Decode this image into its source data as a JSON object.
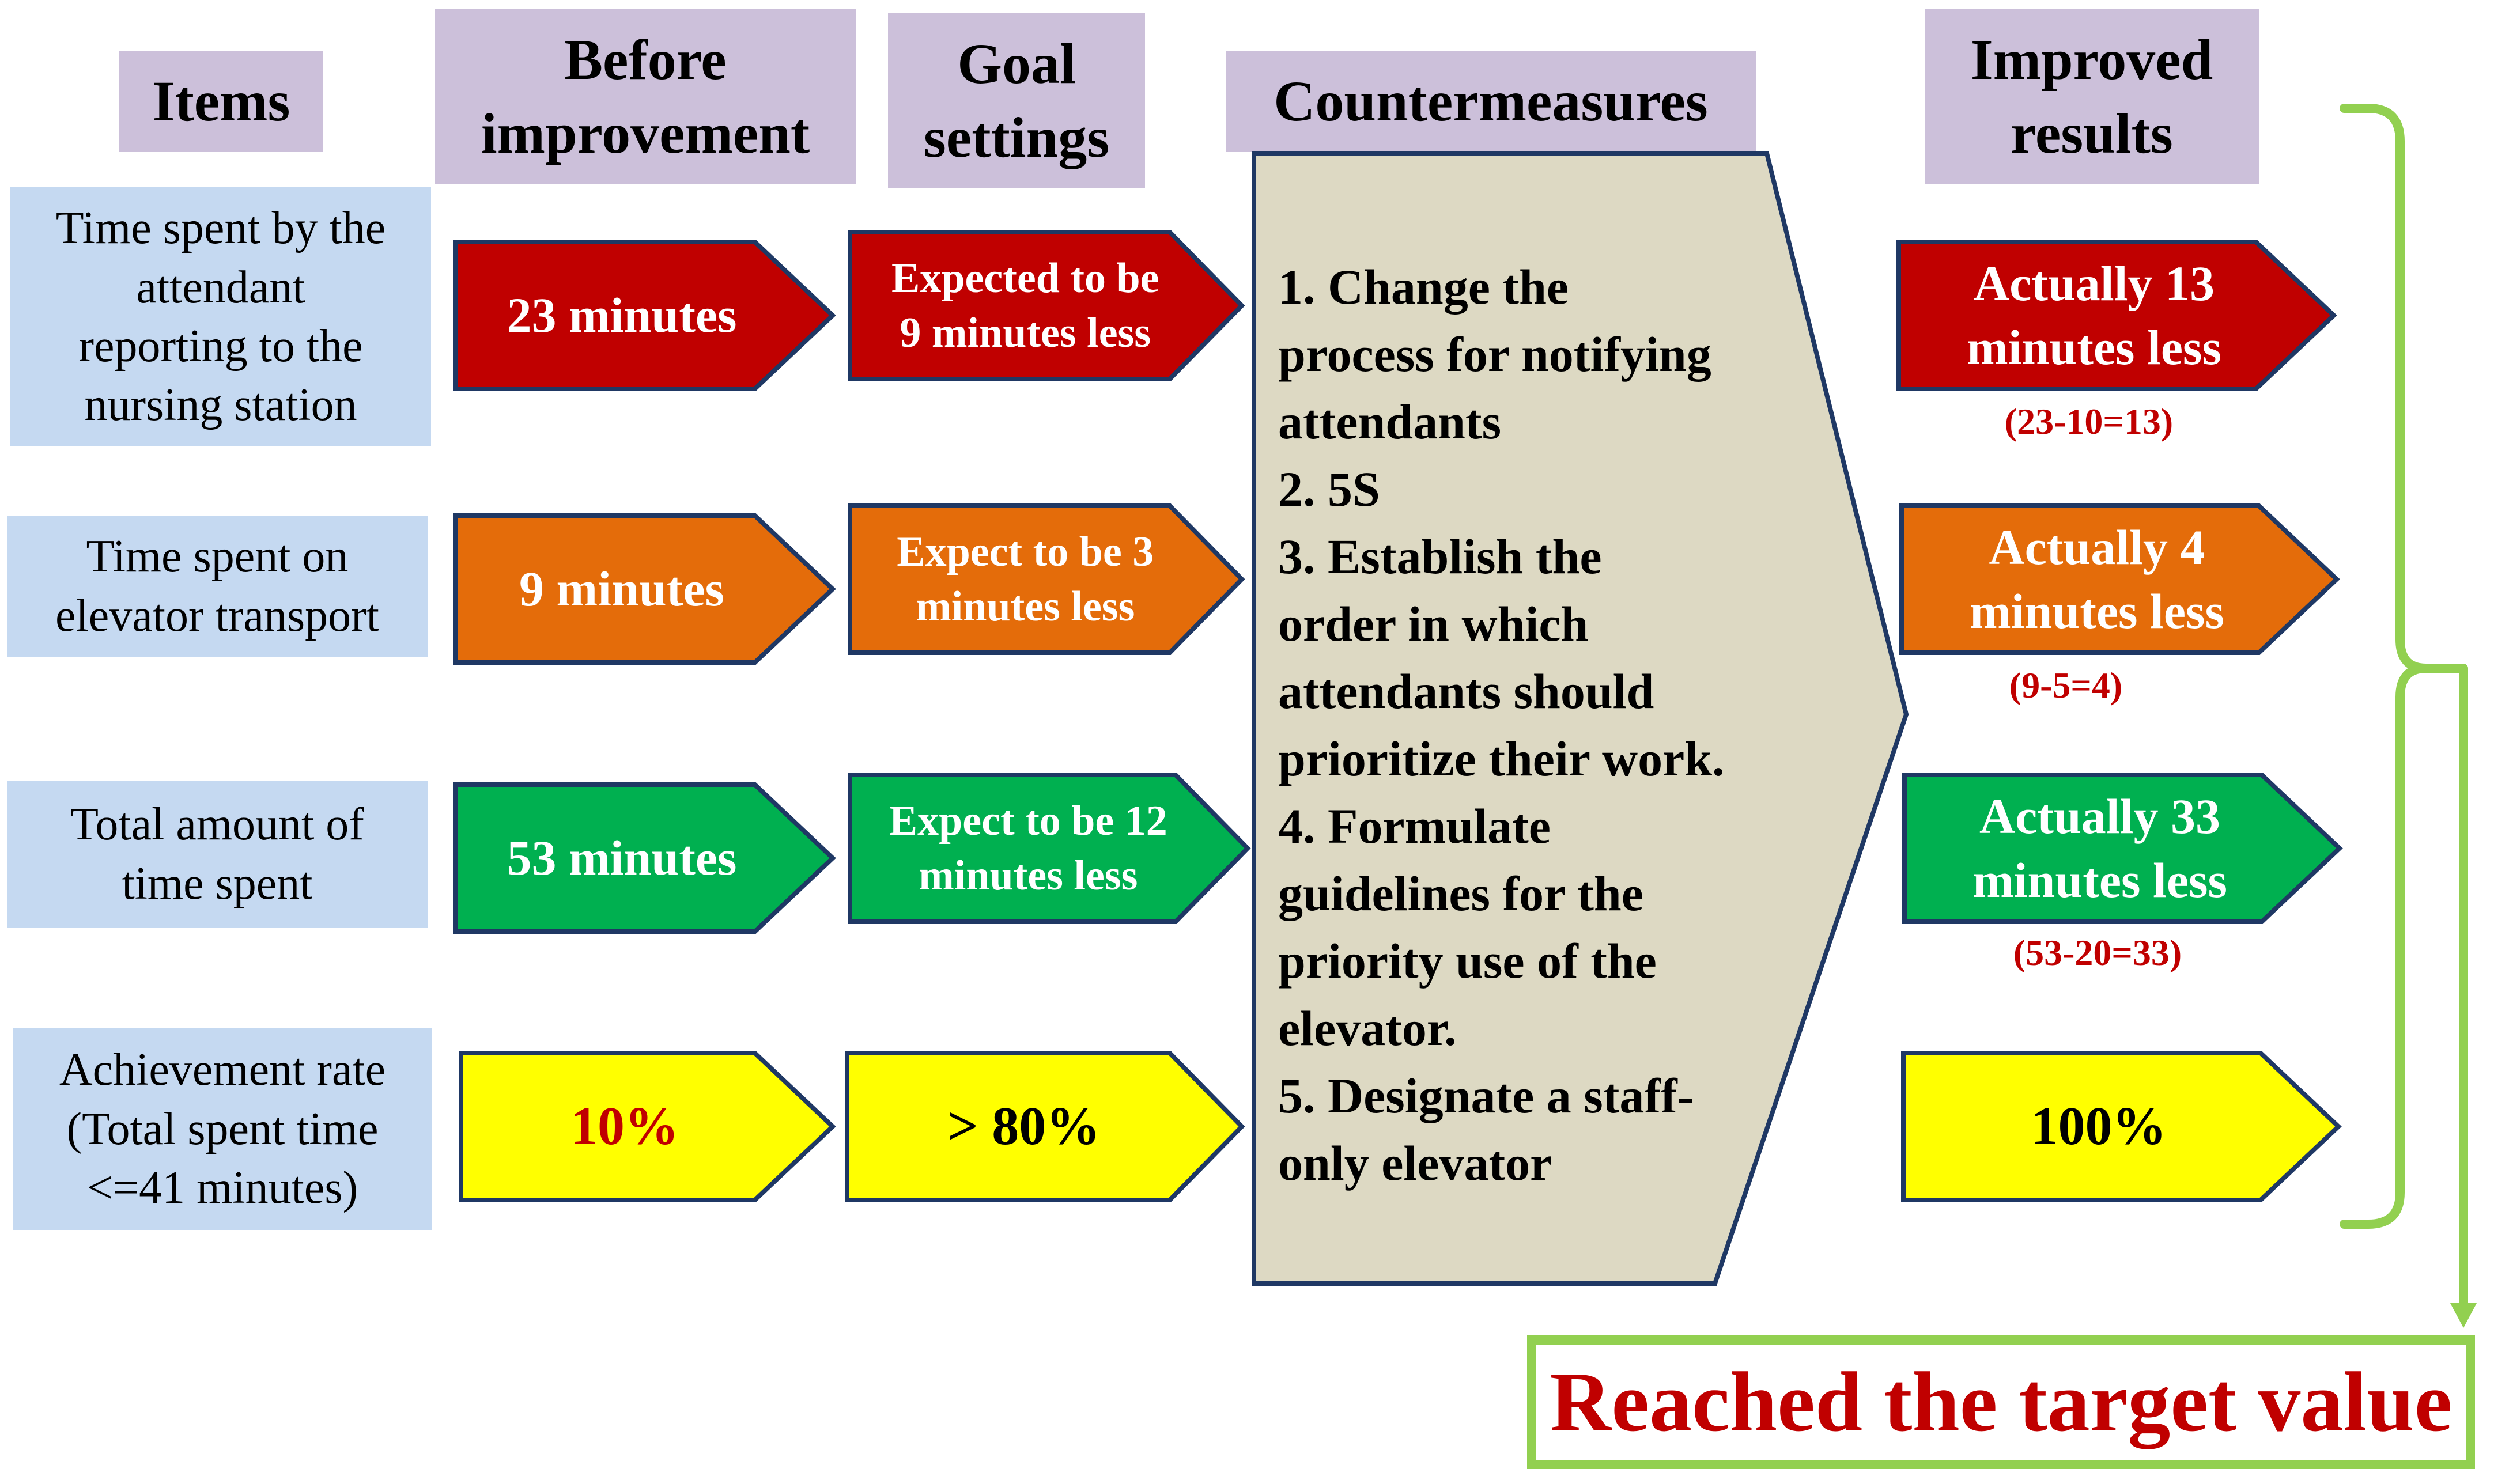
{
  "headers": {
    "items": "Items",
    "before": "Before\nimprovement",
    "goal": "Goal\nsettings",
    "countermeasures": "Countermeasures",
    "improved": "Improved\nresults"
  },
  "rows": [
    {
      "item": "Time spent  by the\nattendant\nreporting to the\nnursing station",
      "before": "23 minutes",
      "goal": "Expected to be\n9 minutes less",
      "result": "Actually 13\nminutes less",
      "formula": "(23-10=13)",
      "color": "#c00000"
    },
    {
      "item": "Time spent on\nelevator transport",
      "before": "9 minutes",
      "goal": "Expect to be 3\nminutes less",
      "result": "Actually 4\nminutes less",
      "formula": "(9-5=4)",
      "color": "#e46c0a"
    },
    {
      "item": "Total amount of\ntime spent",
      "before": "53 minutes",
      "goal": "Expect to be 12\nminutes less",
      "result": "Actually 33\nminutes less",
      "formula": "(53-20=33)",
      "color": "#00b050"
    },
    {
      "item": "Achievement rate\n(Total spent time\n<=41 minutes)",
      "before": "10%",
      "goal": "> 80%",
      "result": "100%",
      "formula": "",
      "color": "#ffff00"
    }
  ],
  "countermeasures": "1. Change the\nprocess for notifying\nattendants\n2. 5S\n3. Establish the\norder in which\nattendants should\nprioritize their work.\n4. Formulate\nguidelines for the\npriority use of the\nelevator.\n5. Designate a staff-\nonly elevator",
  "conclusion": "Reached the target value",
  "colors": {
    "header_bg": "#ccc0da",
    "item_bg": "#c5d9f1",
    "arrow_border": "#1f3864",
    "countermeasure_bg": "#ddd9c3",
    "bracket": "#92d050",
    "highlight_text": "#c00000"
  }
}
